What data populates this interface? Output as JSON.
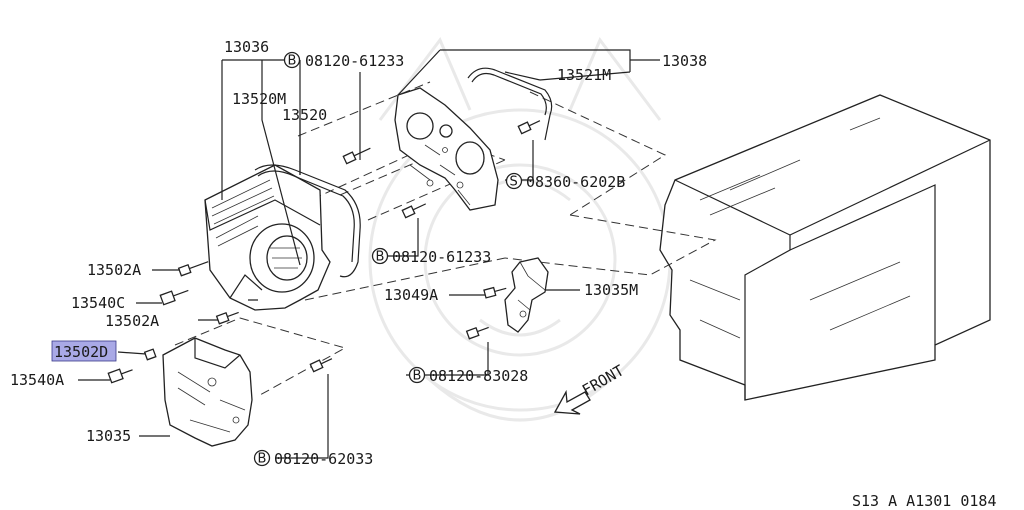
{
  "diagram": {
    "labels": {
      "l13036": "13036",
      "l13520M": "13520M",
      "l13520": "13520",
      "l08120_61233_top": "08120-61233",
      "l13521M": "13521M",
      "l13038": "13038",
      "l08360_6202B": "08360-6202B",
      "l08120_61233_mid": "08120-61233",
      "l13502A_1": "13502A",
      "l13540C": "13540C",
      "l13502A_2": "13502A",
      "l13502D": "13502D",
      "l13540A": "13540A",
      "l13035": "13035",
      "l13049A": "13049A",
      "l13035M": "13035M",
      "l08120_83028": "08120-83028",
      "l08120_62033": "08120-62033",
      "front": "FRONT",
      "catalog_ref": "S13 A A1301 0184"
    },
    "markers": {
      "bolt_b": "B",
      "screw_s": "S"
    },
    "highlight_color": "#a9a9e6"
  }
}
